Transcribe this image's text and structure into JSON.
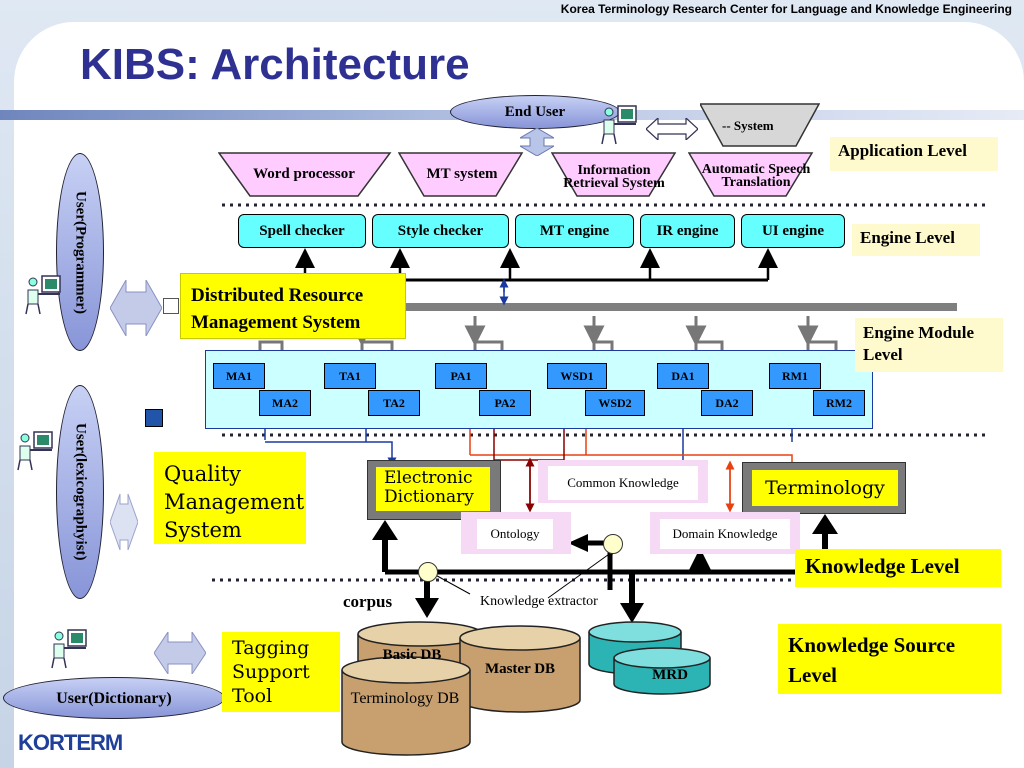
{
  "header": {
    "org": "Korea Terminology Research Center for Language and Knowledge Engineering"
  },
  "title": "KIBS: Architecture",
  "top": {
    "end_user": "End User",
    "system": "--  System"
  },
  "apps": [
    "Word processor",
    "MT system",
    "Information Retrieval System",
    "Automatic Speech Translation"
  ],
  "levels": {
    "application": "Application Level",
    "engine": "Engine Level",
    "engine_module": "Engine Module Level",
    "knowledge": "Knowledge Level",
    "knowledge_source": "Knowledge Source Level"
  },
  "engines": [
    "Spell checker",
    "Style checker",
    "MT engine",
    "IR engine",
    "UI engine"
  ],
  "drms": "Distributed Resource Management System",
  "modules_top": [
    "MA1",
    "TA1",
    "PA1",
    "WSD1",
    "DA1",
    "RM1"
  ],
  "modules_bottom": [
    "MA2",
    "TA2",
    "PA2",
    "WSD2",
    "DA2",
    "RM2"
  ],
  "users": {
    "programmer": "User(Programmer)",
    "lexicographyist": "User(lexicographyist)",
    "dictionary": "User(Dictionary)"
  },
  "systems": {
    "qms": "Quality Management System",
    "tagging": "Tagging Support Tool"
  },
  "knowledge": {
    "electronic_dictionary": "Electronic Dictionary",
    "terminology": "Terminology",
    "common_knowledge": "Common Knowledge",
    "ontology": "Ontology",
    "domain_knowledge": "Domain Knowledge",
    "corpus": "corpus",
    "extractor": "Knowledge extractor"
  },
  "dbs": {
    "basic": "Basic DB",
    "master": "Master DB",
    "terminology": "Terminology DB",
    "mrd": "MRD"
  },
  "logo": "KORTERM",
  "colors": {
    "title": "#2e3192",
    "engine": "#66ffff",
    "module": "#3399ff",
    "yellow": "#ffff00",
    "level_bg": "#fffacd"
  }
}
